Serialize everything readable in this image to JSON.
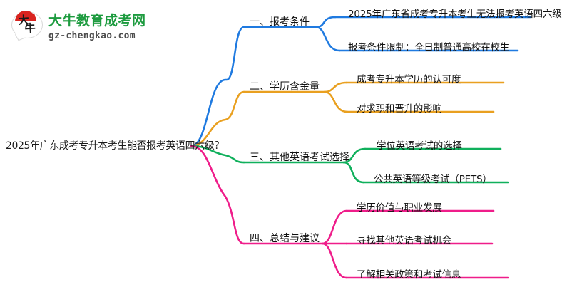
{
  "logo": {
    "mark_char_1": "大",
    "mark_char_2": "牛",
    "title": "大牛教育成考网",
    "url": "gz-chengkao.com",
    "brand_green": "#1d9b3f",
    "brand_red": "#d9241f"
  },
  "mindmap": {
    "root": {
      "label": "2025年广东成考专升本考生能否报考英语四六级？"
    },
    "branches": [
      {
        "label": "一、报考条件",
        "color": "#1f7ae0",
        "children": [
          {
            "label": "2025年广东省成考专升本考生无法报考英语四六级"
          },
          {
            "label": "报考条件限制：全日制普通高校在校生"
          }
        ]
      },
      {
        "label": "二、学历含金量",
        "color": "#e9a020",
        "children": [
          {
            "label": "成考专升本学历的认可度"
          },
          {
            "label": "对求职和晋升的影响"
          }
        ]
      },
      {
        "label": "三、其他英语考试选择",
        "color": "#10b05c",
        "children": [
          {
            "label": "学位英语考试的选择"
          },
          {
            "label": "公共英语等级考试（PETS）"
          }
        ]
      },
      {
        "label": "四、总结与建议",
        "color": "#ef1d8a",
        "children": [
          {
            "label": "学历价值与职业发展"
          },
          {
            "label": "寻找其他英语考试机会"
          },
          {
            "label": "了解相关政策和考试信息"
          }
        ]
      }
    ]
  }
}
